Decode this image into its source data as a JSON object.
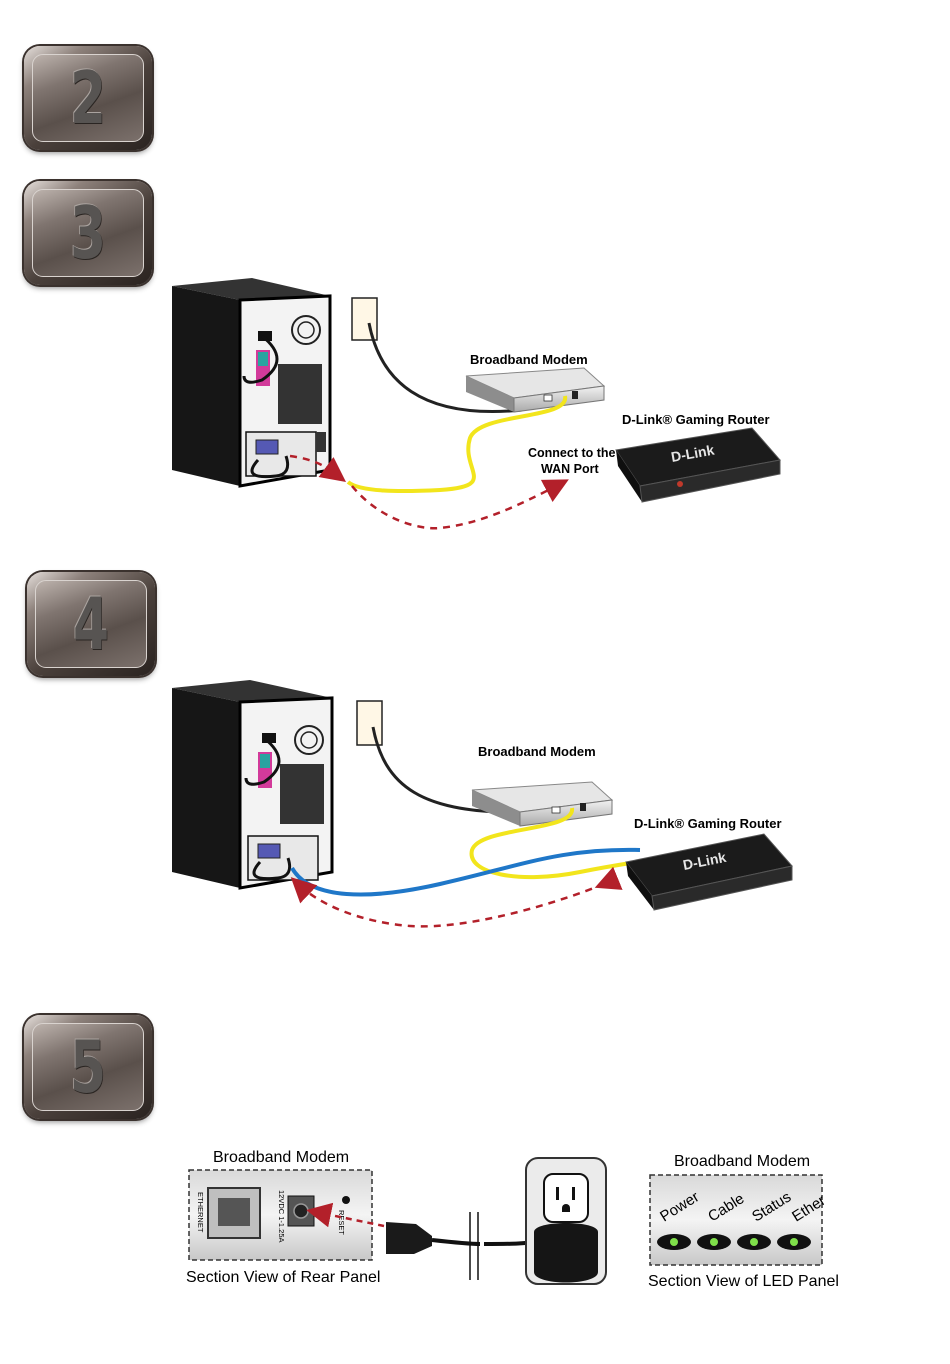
{
  "steps": [
    {
      "number": "2"
    },
    {
      "number": "3"
    },
    {
      "number": "4"
    },
    {
      "number": "5"
    }
  ],
  "diagram3": {
    "modem_label": "Broadband Modem",
    "router_label": "D-Link® Gaming Router",
    "connect_label_line1": "Connect to the",
    "connect_label_line2": "WAN Port",
    "router_brand": "D-Link"
  },
  "diagram4": {
    "modem_label": "Broadband Modem",
    "router_label": "D-Link® Gaming Router",
    "router_brand": "D-Link"
  },
  "diagram5": {
    "rear_title": "Broadband Modem",
    "rear_caption": "Section View of Rear Panel",
    "ethernet_port_label": "ETHERNET",
    "power_spec_label": "12VDC 1-1.25A",
    "reset_label": "RESET",
    "led_title": "Broadband Modem",
    "led_caption": "Section View of LED Panel",
    "leds": [
      "Power",
      "Cable",
      "Status",
      "Ether"
    ]
  },
  "colors": {
    "wan_cable": "#f2e51c",
    "lan_cable": "#1f77c8",
    "arrow": "#b3202a",
    "led_green": "#7fe04a"
  }
}
